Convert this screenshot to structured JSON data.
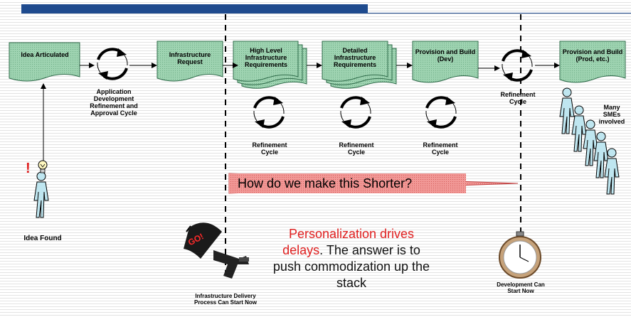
{
  "process": {
    "idea_articulated": "Idea Articulated",
    "app_dev_cycle": "Application Development Refinement and Approval Cycle",
    "infra_request": "Infrastructure Request",
    "high_level_req": "High Level Infrastructure Requirements",
    "detailed_req": "Detailed Infrastructure Requirements",
    "provision_dev": "Provision and Build (Dev)",
    "refinement_cycle_top": "Refinement Cycle",
    "provision_prod": "Provision and Build (Prod, etc.)",
    "refinement_cycle_1": "Refinement Cycle",
    "refinement_cycle_2": "Refinement Cycle",
    "refinement_cycle_3": "Refinement Cycle"
  },
  "annotations": {
    "many_smes": "Many SMEs involved",
    "idea_found": "Idea Found",
    "exclaim": "!",
    "question": "How do we make this Shorter?",
    "statement_red": "Personalization drives delays",
    "statement_rest": ". The answer is to push commodization up the stack",
    "go": "GO!",
    "infra_delivery_start": "Infrastructure Delivery Process Can Start Now",
    "dev_start": "Development Can Start Now"
  },
  "colors": {
    "box_fill": "#8fc9a6",
    "box_border": "#2f6b4a",
    "arrow_banner": "#ef8a88",
    "title_bar": "#1f4b8e"
  }
}
